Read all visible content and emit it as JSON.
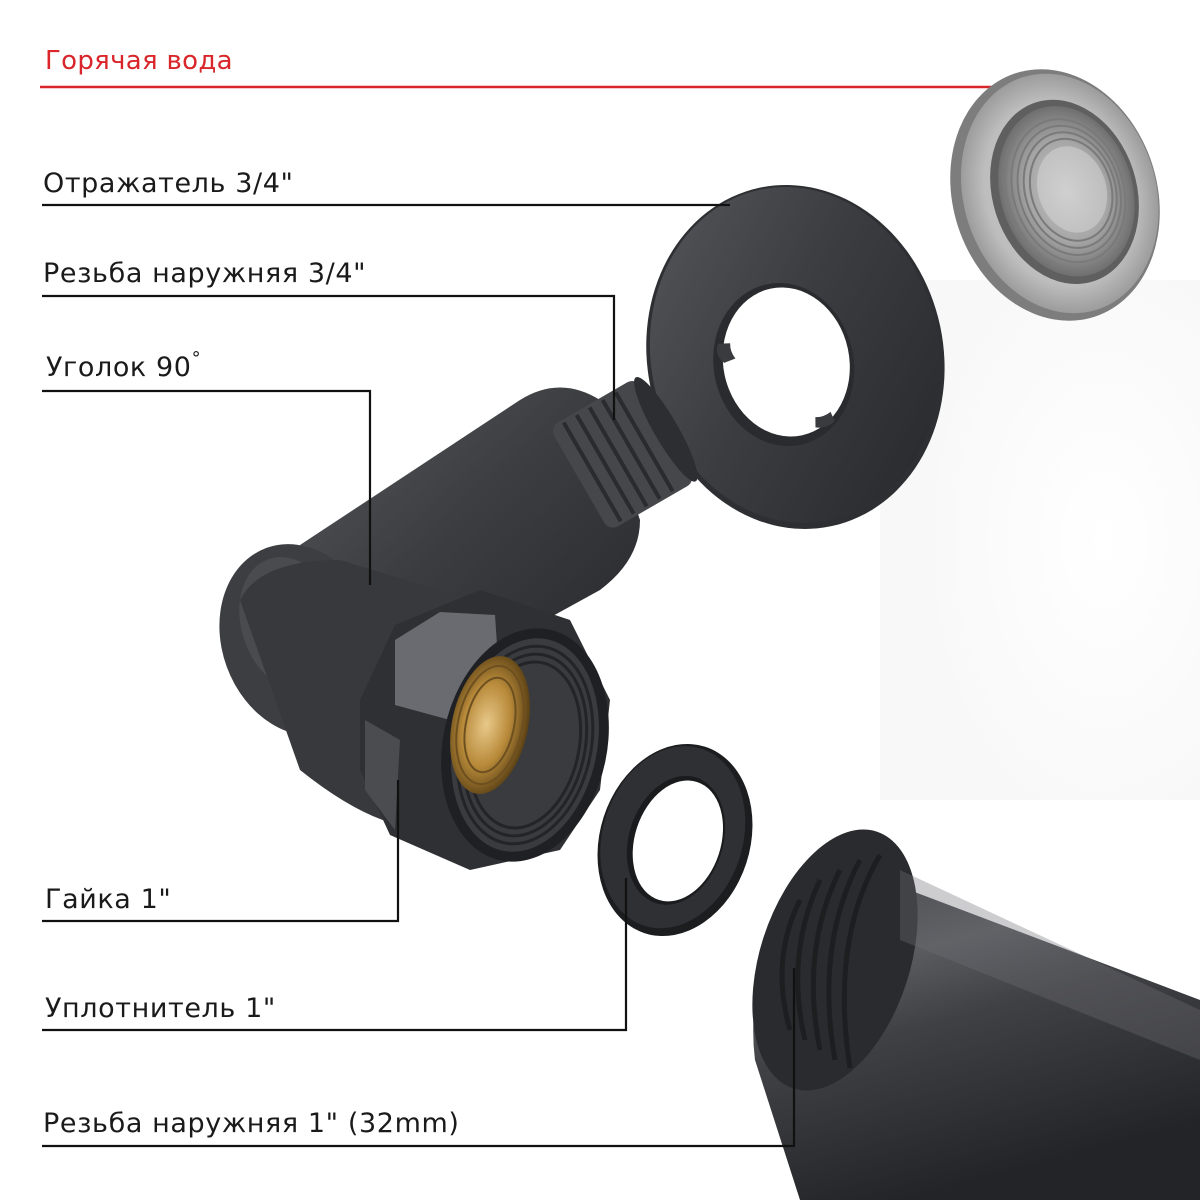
{
  "header": {
    "title": "Горячая вода",
    "accent_color": "#d9262b"
  },
  "callouts": [
    {
      "id": "reflector",
      "label": "Отражатель 3/4\""
    },
    {
      "id": "thread-34",
      "label": "Резьба наружняя 3/4\""
    },
    {
      "id": "elbow",
      "label": "Уголок 90"
    },
    {
      "id": "nut",
      "label": "Гайка 1\""
    },
    {
      "id": "seal",
      "label": "Уплотнитель 1\""
    },
    {
      "id": "thread-1",
      "label": "Резьба наружняя 1\" (32mm)"
    }
  ],
  "parts": [
    {
      "id": "wall-flange",
      "icon": "threaded-flange-icon",
      "color": "#9a9a9a"
    },
    {
      "id": "reflector",
      "icon": "reflector-ring-icon",
      "color": "#3a3b3e"
    },
    {
      "id": "elbow",
      "icon": "elbow-fitting-icon",
      "color": "#3a3b3e"
    },
    {
      "id": "brass-insert",
      "icon": "brass-thread-icon",
      "color": "#c9a25a"
    },
    {
      "id": "seal",
      "icon": "seal-ring-icon",
      "color": "#2b2c2e"
    },
    {
      "id": "pipe",
      "icon": "threaded-pipe-icon",
      "color": "#3a3b3e"
    }
  ]
}
